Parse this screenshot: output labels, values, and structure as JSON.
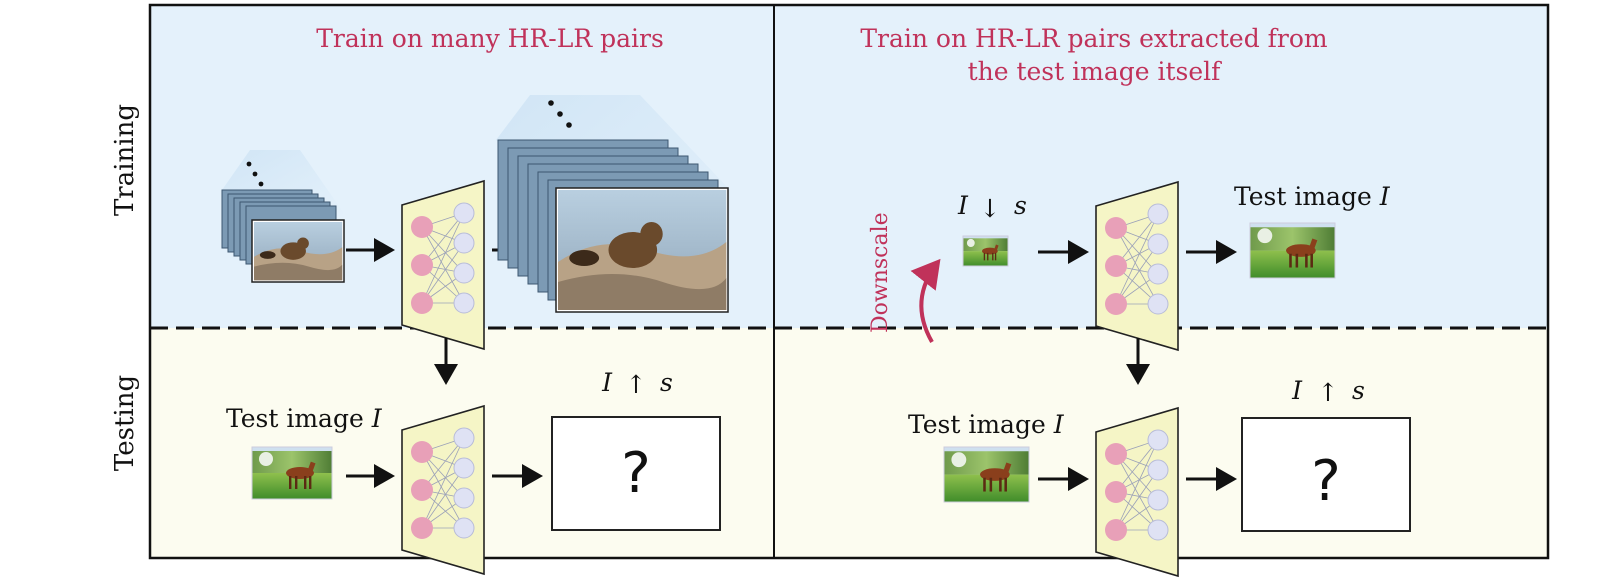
{
  "left_panel": {
    "title": "Train on many HR-LR pairs",
    "test_label": "Test image",
    "output_var": "I",
    "output_op": "↑",
    "output_scale": "s",
    "output_placeholder": "?"
  },
  "right_panel": {
    "title_line1": "Train on HR-LR pairs extracted from",
    "title_line2": "the test image itself",
    "downscale_label": "Downscale",
    "down_var": "I",
    "down_op": "↓",
    "down_scale": "s",
    "train_target_label": "Test image",
    "test_label": "Test image",
    "output_var": "I",
    "output_op": "↑",
    "output_scale": "s",
    "output_placeholder": "?"
  },
  "row_labels": {
    "training": "Training",
    "testing": "Testing"
  },
  "image_var": "I",
  "colors": {
    "training_bg": "#e4f1fb",
    "testing_bg": "#fcfcf0",
    "accent": "#c0325a",
    "net_fill": "#f5f5c6",
    "node_lr": "#e8a0b8",
    "node_hr": "#dfe2f4"
  }
}
